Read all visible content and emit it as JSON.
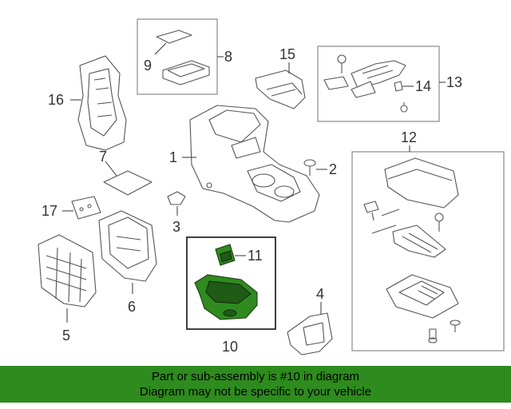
{
  "callouts": {
    "c1": "1",
    "c2": "2",
    "c3": "3",
    "c4": "4",
    "c5": "5",
    "c6": "6",
    "c7": "7",
    "c8": "8",
    "c9": "9",
    "c10": "10",
    "c11": "11",
    "c12": "12",
    "c13": "13",
    "c14": "14",
    "c15": "15",
    "c16": "16",
    "c17": "17"
  },
  "highlighted_part": "10",
  "colors": {
    "highlight": "#2f8a1f",
    "banner": "#2e8b1e"
  },
  "banner": {
    "line1": "Part or sub-assembly is #10 in diagram",
    "line2": "Diagram may not be specific to your vehicle"
  }
}
